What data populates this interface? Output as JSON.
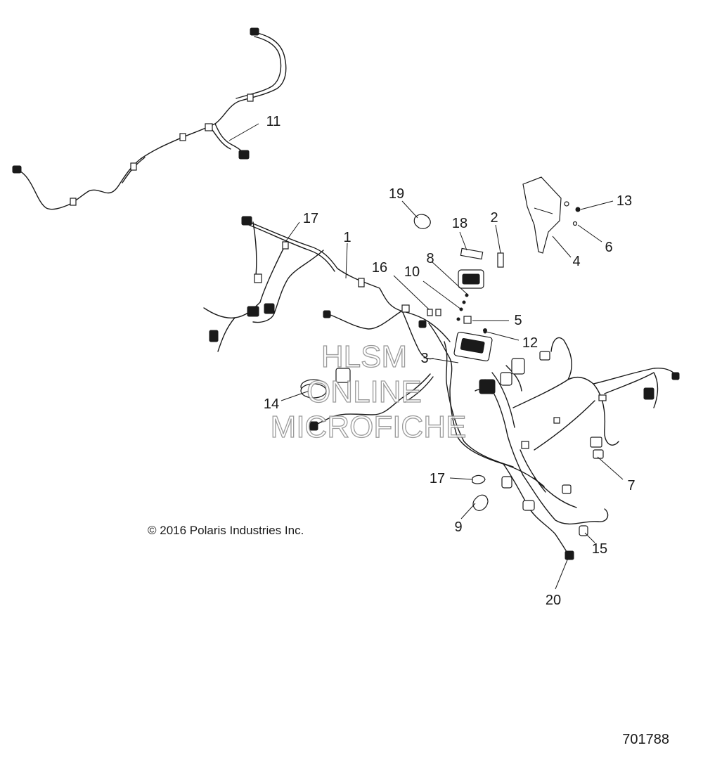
{
  "callouts": [
    {
      "label": "1"
    },
    {
      "label": "2"
    },
    {
      "label": "3"
    },
    {
      "label": "4"
    },
    {
      "label": "5"
    },
    {
      "label": "6"
    },
    {
      "label": "7"
    },
    {
      "label": "8"
    },
    {
      "label": "9"
    },
    {
      "label": "10"
    },
    {
      "label": "11"
    },
    {
      "label": "12"
    },
    {
      "label": "13"
    },
    {
      "label": "14"
    },
    {
      "label": "15"
    },
    {
      "label": "16"
    },
    {
      "label": "17"
    },
    {
      "label": "17"
    },
    {
      "label": "18"
    },
    {
      "label": "19"
    },
    {
      "label": "20"
    }
  ],
  "watermark": {
    "line1": "HLSM",
    "line2": "ONLINE",
    "line3": "MICROFICHE"
  },
  "copyright": "© 2016 Polaris Industries Inc.",
  "diagram_number": "701788"
}
